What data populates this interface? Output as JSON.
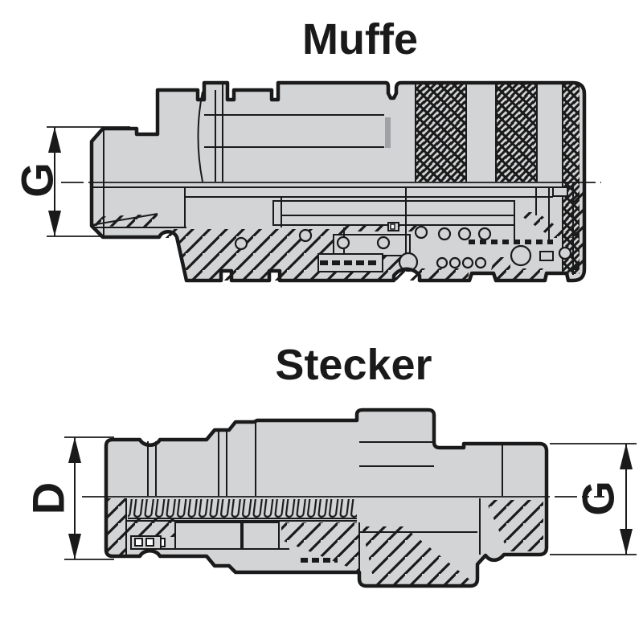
{
  "colors": {
    "background": "#ffffff",
    "metal_gray": "#d3d4d6",
    "shade_gray": "#9fa1a4",
    "line_black": "#1a1a1a"
  },
  "muffe": {
    "title": "Muffe",
    "dimension_label_g": "G"
  },
  "stecker": {
    "title": "Stecker",
    "dimension_label_d": "D",
    "dimension_label_g": "G"
  }
}
